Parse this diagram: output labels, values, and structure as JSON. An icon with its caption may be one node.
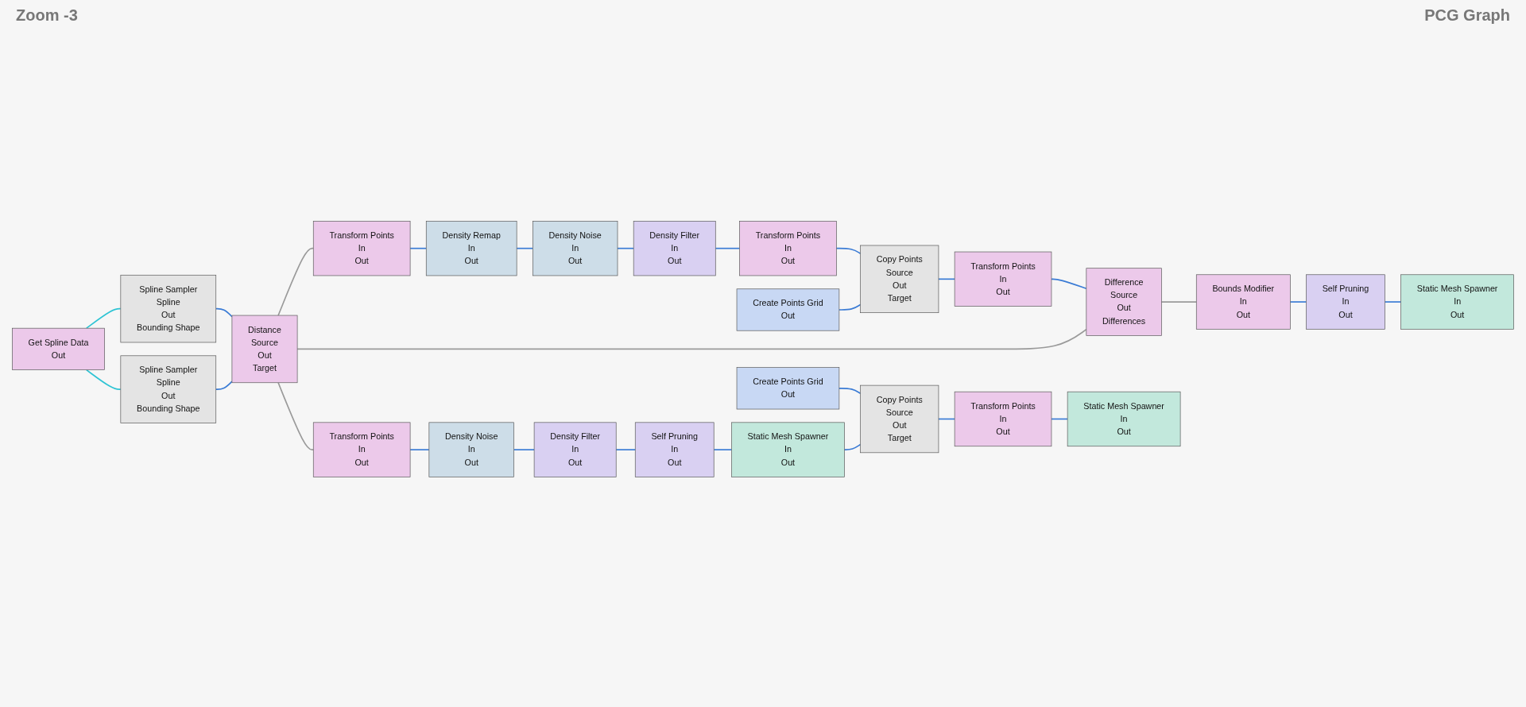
{
  "diagram": {
    "nodes": [
      {
        "text": [
          "Get Spline Data",
          "Out"
        ]
      },
      {
        "text": [
          "Spline Sampler",
          "Spline",
          "Out",
          "Bounding Shape"
        ]
      },
      {
        "text": [
          "Spline Sampler",
          "Spline",
          "Out",
          "Bounding Shape"
        ]
      },
      {
        "text": [
          "Distance",
          "Source",
          "Out",
          "Target"
        ]
      },
      {
        "text": [
          "Transform Points",
          "In",
          "Out"
        ]
      },
      {
        "text": [
          "Density Remap",
          "In",
          "Out"
        ]
      },
      {
        "text": [
          "Density Noise",
          "In",
          "Out"
        ]
      },
      {
        "text": [
          "Density Filter",
          "In",
          "Out"
        ]
      },
      {
        "text": [
          "Transform Points",
          "In",
          "Out"
        ]
      },
      {
        "text": [
          "Create Points Grid",
          "Out"
        ]
      },
      {
        "text": [
          "Copy Points",
          "Source",
          "Out",
          "Target"
        ]
      },
      {
        "text": [
          "Transform Points",
          "In",
          "Out"
        ]
      },
      {
        "text": [
          "Difference",
          "Source",
          "Out",
          "Differences"
        ]
      },
      {
        "text": [
          "Bounds Modifier",
          "In",
          "Out"
        ]
      },
      {
        "text": [
          "Self Pruning",
          "In",
          "Out"
        ]
      },
      {
        "text": [
          "Static Mesh Spawner",
          "In",
          "Out"
        ]
      },
      {
        "text": [
          "Create Points Grid",
          "Out"
        ]
      },
      {
        "text": [
          "Transform Points",
          "In",
          "Out"
        ]
      },
      {
        "text": [
          "Density Noise",
          "In",
          "Out"
        ]
      },
      {
        "text": [
          "Density Filter",
          "In",
          "Out"
        ]
      },
      {
        "text": [
          "Self Pruning",
          "In",
          "Out"
        ]
      },
      {
        "text": [
          "Static Mesh Spawner",
          "In",
          "Out"
        ]
      },
      {
        "text": [
          "Copy Points",
          "Source",
          "Out",
          "Target"
        ]
      },
      {
        "text": [
          "Transform Points",
          "In",
          "Out"
        ]
      },
      {
        "text": [
          "Static Mesh Spawner",
          "In",
          "Out"
        ]
      }
    ],
    "edges": [
      {
        "from": 0,
        "to": 1,
        "arrow": "none",
        "color": "#2ec4d4"
      },
      {
        "from": 0,
        "to": 2,
        "arrow": "none",
        "color": "#2ec4d4"
      },
      {
        "from": 1,
        "to": 3,
        "arrow": "none"
      },
      {
        "from": 2,
        "to": 3,
        "arrow": "none"
      },
      {
        "from": 3,
        "to": 4,
        "arrow": "none",
        "color": "#9a9a9a"
      },
      {
        "from": 4,
        "to": 5,
        "arrow": "none"
      },
      {
        "from": 5,
        "to": 6,
        "arrow": "none"
      },
      {
        "from": 6,
        "to": 7,
        "arrow": "none"
      },
      {
        "from": 7,
        "to": 8,
        "arrow": "none"
      },
      {
        "from": 8,
        "to": 10,
        "arrow": "none"
      },
      {
        "from": 9,
        "to": 10,
        "arrow": "none"
      },
      {
        "from": 10,
        "to": 11,
        "arrow": "none"
      },
      {
        "from": 11,
        "to": 12,
        "arrow": "none"
      },
      {
        "from": 3,
        "to": 12,
        "arrow": "none",
        "color": "#9a9a9a"
      },
      {
        "from": 12,
        "to": 13,
        "arrow": "none",
        "color": "#9a9a9a"
      },
      {
        "from": 13,
        "to": 14,
        "arrow": "none"
      },
      {
        "from": 14,
        "to": 15,
        "arrow": "none"
      },
      {
        "from": 3,
        "to": 17,
        "arrow": "none",
        "color": "#9a9a9a"
      },
      {
        "from": 17,
        "to": 18,
        "arrow": "none"
      },
      {
        "from": 18,
        "to": 19,
        "arrow": "none"
      },
      {
        "from": 19,
        "to": 20,
        "arrow": "none"
      },
      {
        "from": 20,
        "to": 21,
        "arrow": "none"
      },
      {
        "from": 16,
        "to": 22,
        "arrow": "none"
      },
      {
        "from": 21,
        "to": 22,
        "arrow": "none"
      },
      {
        "from": 22,
        "to": 23,
        "arrow": "none"
      },
      {
        "from": 23,
        "to": 24,
        "arrow": "none"
      }
    ],
    "labels": [
      "Zoom -3",
      "PCG Graph"
    ]
  }
}
